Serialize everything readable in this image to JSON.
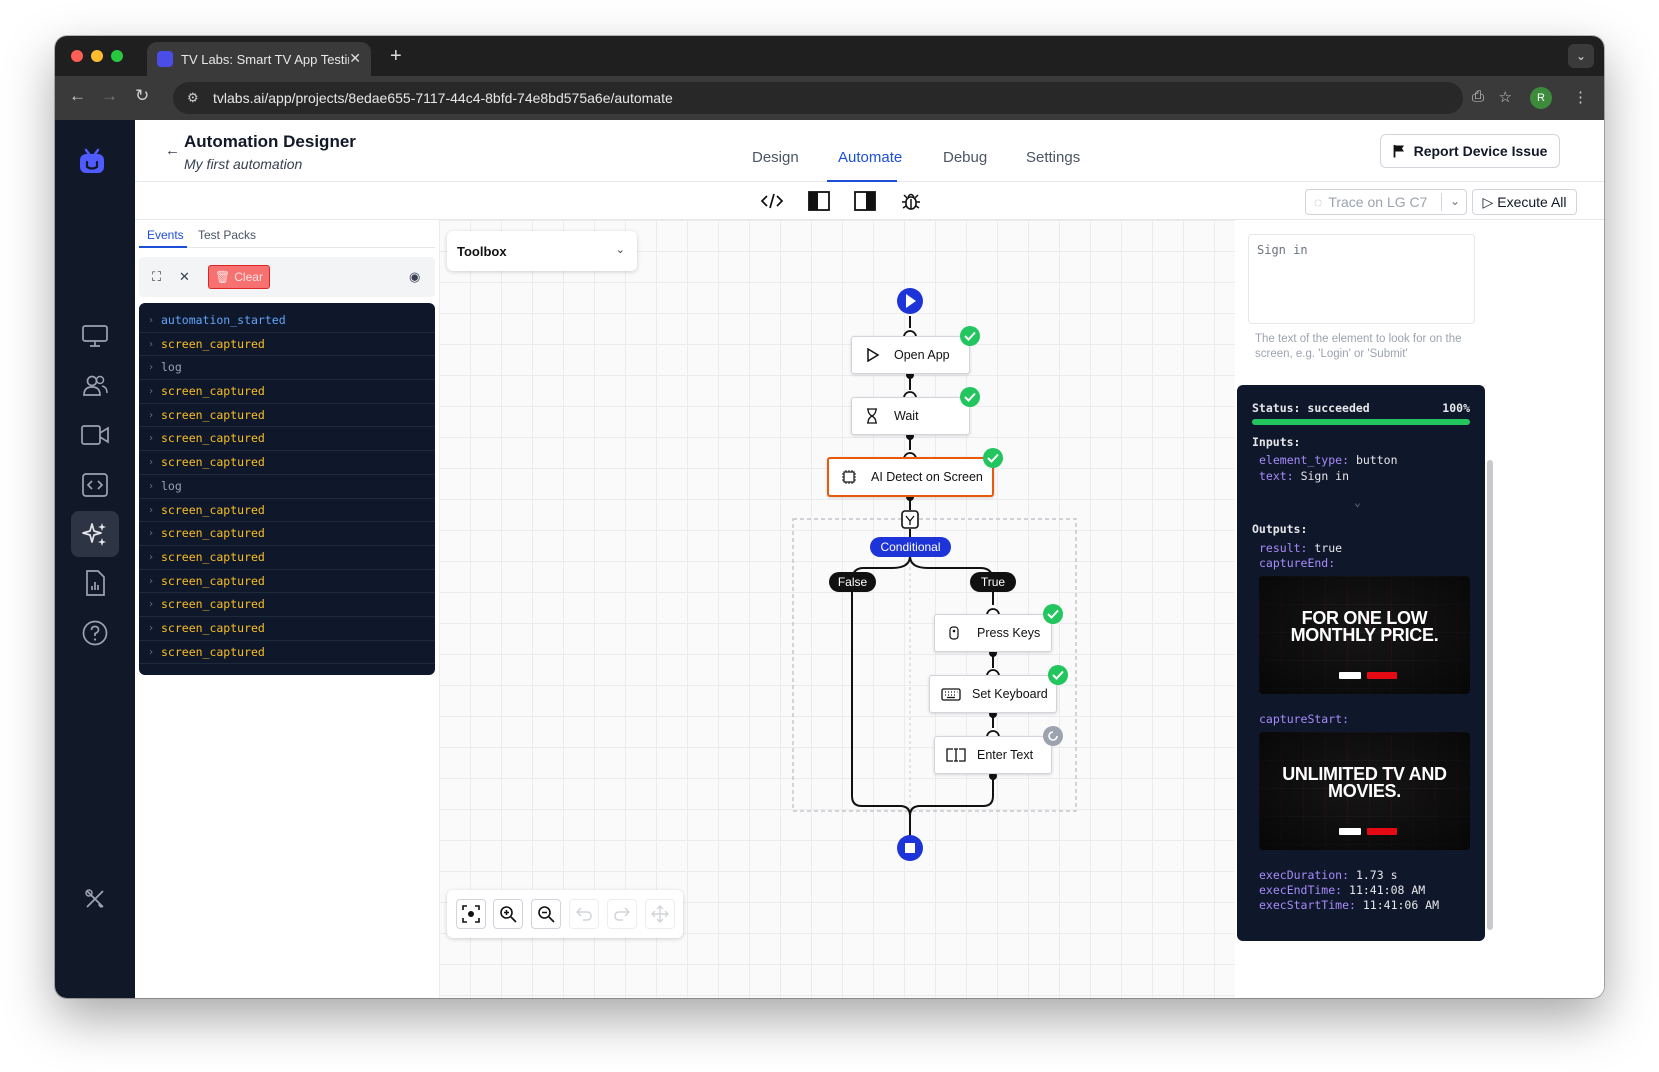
{
  "browser": {
    "tab_title": "TV Labs: Smart TV App Testir",
    "url": "tvlabs.ai/app/projects/8edae655-7117-44c4-8bfd-74e8bd575a6e/automate",
    "profile_initial": "R"
  },
  "header": {
    "title": "Automation Designer",
    "subtitle": "My first automation",
    "tabs": [
      "Design",
      "Automate",
      "Debug",
      "Settings"
    ],
    "active_tab": "Automate",
    "report_button": "Report Device Issue"
  },
  "toolbar": {
    "trace_select": "Trace on LG C7",
    "execute_button": "Execute All"
  },
  "left_panel": {
    "tabs": [
      "Events",
      "Test Packs"
    ],
    "clear_button": "Clear",
    "events": [
      {
        "label": "automation_started",
        "color": "#60a5fa"
      },
      {
        "label": "screen_captured",
        "color": "#fbbf24"
      },
      {
        "label": "log",
        "color": "#94a3b8"
      },
      {
        "label": "screen_captured",
        "color": "#fbbf24"
      },
      {
        "label": "screen_captured",
        "color": "#fbbf24"
      },
      {
        "label": "screen_captured",
        "color": "#fbbf24"
      },
      {
        "label": "screen_captured",
        "color": "#fbbf24"
      },
      {
        "label": "log",
        "color": "#94a3b8"
      },
      {
        "label": "screen_captured",
        "color": "#fbbf24"
      },
      {
        "label": "screen_captured",
        "color": "#fbbf24"
      },
      {
        "label": "screen_captured",
        "color": "#fbbf24"
      },
      {
        "label": "screen_captured",
        "color": "#fbbf24"
      },
      {
        "label": "screen_captured",
        "color": "#fbbf24"
      },
      {
        "label": "screen_captured",
        "color": "#fbbf24"
      },
      {
        "label": "screen_captured",
        "color": "#fbbf24"
      }
    ]
  },
  "canvas": {
    "toolbox_label": "Toolbox",
    "nodes": {
      "open_app": "Open App",
      "wait": "Wait",
      "ai_detect": "AI Detect on Screen",
      "press_keys": "Press Keys",
      "set_keyboard": "Set Keyboard",
      "enter_text": "Enter Text"
    },
    "conditional_label": "Conditional",
    "false_label": "False",
    "true_label": "True"
  },
  "right_panel": {
    "text_value": "Sign in",
    "helper_text": "The text of the element to look for on the screen, e.g. 'Login' or 'Submit'",
    "status_label": "Status:",
    "status_value": "succeeded",
    "progress_text": "100%",
    "progress_fraction": 1.0,
    "inputs_label": "Inputs:",
    "inputs": [
      {
        "key": "element_type:",
        "value": "button"
      },
      {
        "key": "text:",
        "value": "Sign in"
      }
    ],
    "outputs_label": "Outputs:",
    "result_key": "result:",
    "result_value": "true",
    "capture_end_key": "captureEnd:",
    "capture_end_headline": "FOR ONE LOW MONTHLY PRICE.",
    "capture_start_key": "captureStart:",
    "capture_start_headline": "UNLIMITED TV AND MOVIES.",
    "metrics": [
      {
        "key": "execDuration:",
        "value": "1.73 s"
      },
      {
        "key": "execEndTime:",
        "value": "11:41:08 AM"
      },
      {
        "key": "execStartTime:",
        "value": "11:41:06 AM"
      }
    ]
  }
}
